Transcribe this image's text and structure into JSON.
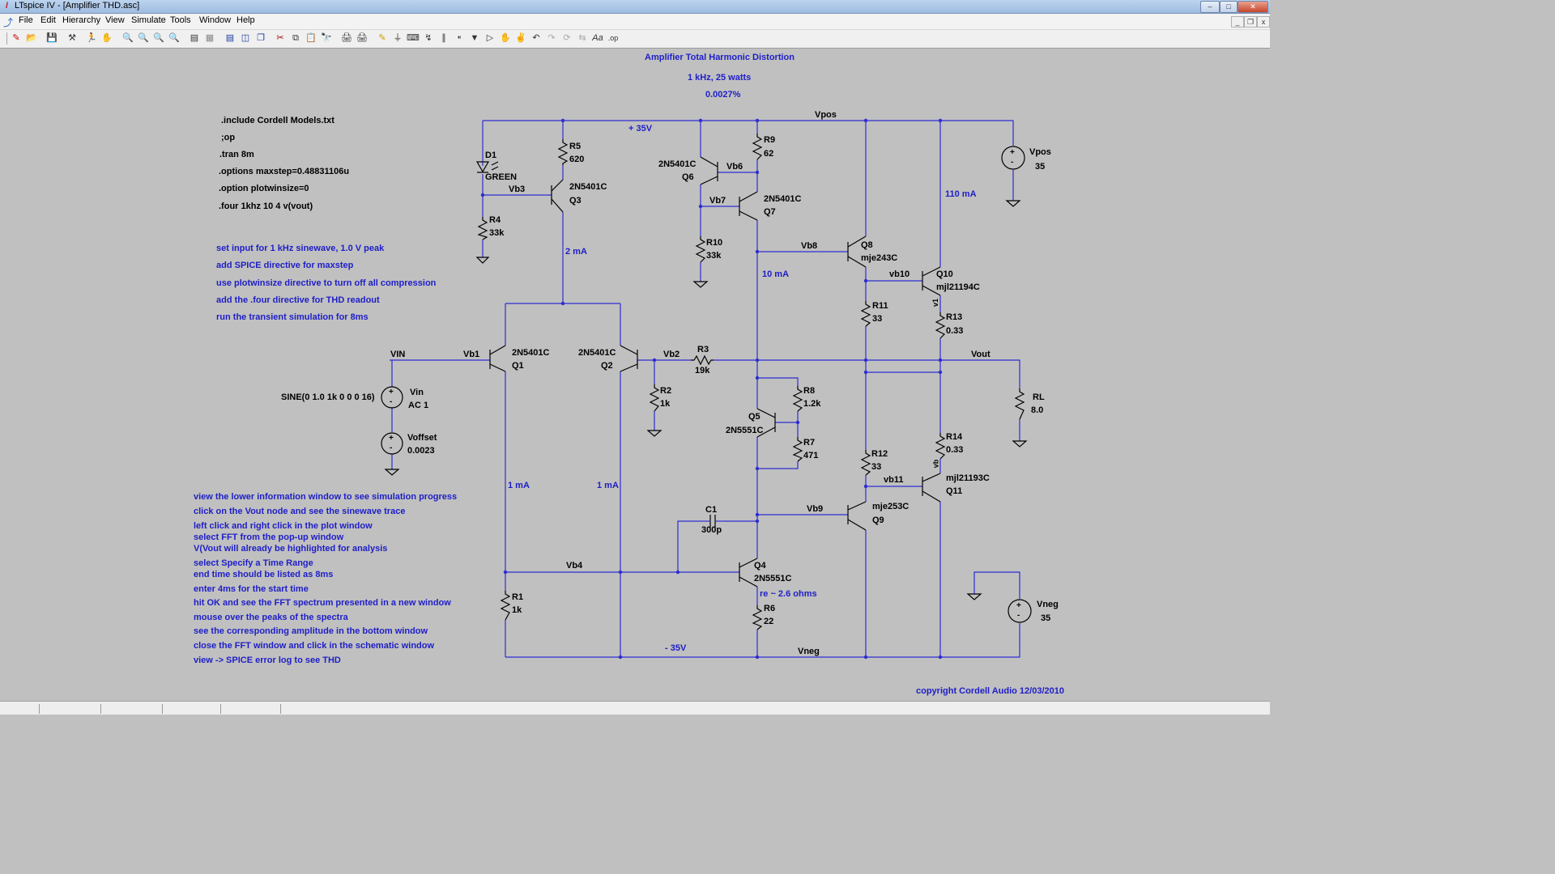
{
  "window": {
    "title": "LTspice IV - [Amplifier THD.asc]",
    "app_icon": "ltspice-icon",
    "controls": [
      "minimize-icon",
      "maximize-icon",
      "close-icon"
    ]
  },
  "menu": {
    "items": [
      "File",
      "Edit",
      "Hierarchy",
      "View",
      "Simulate",
      "Tools",
      "Window",
      "Help"
    ]
  },
  "schematic": {
    "title": "Amplifier Total Harmonic Distortion",
    "subtitle": "1 kHz, 25 watts",
    "thd": "0.0027%",
    "directives": [
      ".include Cordell Models.txt",
      ";op",
      ".tran 8m",
      ".options maxstep=0.48831106u",
      ".option plotwinsize=0",
      ".four 1khz 10 4 v(vout)"
    ],
    "instructions1": [
      "set input for 1 kHz sinewave, 1.0 V peak",
      "add SPICE directive for maxstep",
      "use plotwinsize directive to turn off all compression",
      "add the .four directive for THD readout",
      "run the transient simulation for 8ms"
    ],
    "instructions2": [
      "view the lower information window to see simulation progress",
      "click on the Vout node and see the sinewave trace",
      "left click and right click in the plot window",
      "select FFT from the pop-up window",
      "V(Vout will already be highlighted for analysis",
      "select Specify a Time Range",
      "end time should be listed as 8ms",
      "enter 4ms for the start time",
      "hit OK and see the FFT spectrum presented in a new window",
      "mouse over the peaks of the spectra",
      "see the corresponding amplitude in the bottom window",
      "close the FFT window and click in the schematic window",
      "view -> SPICE error log to see THD"
    ],
    "copyright": "copyright Cordell Audio 12/03/2010",
    "sine_spec": "SINE(0 1.0 1k 0 0 0 16)",
    "nets": {
      "vpos": "Vpos",
      "vneg": "Vneg",
      "vout": "Vout",
      "vin": "VIN",
      "vb1": "Vb1",
      "vb2": "Vb2",
      "vb3": "Vb3",
      "vb4": "Vb4",
      "vb6": "Vb6",
      "vb7": "Vb7",
      "vb8": "Vb8",
      "vb9": "Vb9",
      "vb10": "vb10",
      "vb11": "vb11",
      "plus35": "+ 35V",
      "minus35": "- 35V"
    },
    "currents": {
      "i_q3": "2 mA",
      "i_q7": "10 mA",
      "i_out": "110 mA",
      "i_q1": "1 mA",
      "i_q2": "1 mA",
      "re": "re ~ 2.6 ohms"
    },
    "components": {
      "D1": {
        "name": "D1",
        "value": "GREEN"
      },
      "R5": {
        "name": "R5",
        "value": "620"
      },
      "R4": {
        "name": "R4",
        "value": "33k"
      },
      "Q3": {
        "name": "Q3",
        "model": "2N5401C"
      },
      "Q6": {
        "name": "Q6",
        "model": "2N5401C"
      },
      "Q7": {
        "name": "Q7",
        "model": "2N5401C"
      },
      "R9": {
        "name": "R9",
        "value": "62"
      },
      "R10": {
        "name": "R10",
        "value": "33k"
      },
      "Q8": {
        "name": "Q8",
        "model": "mje243C"
      },
      "Q10": {
        "name": "Q10",
        "model": "mjl21194C"
      },
      "R11": {
        "name": "R11",
        "value": "33"
      },
      "R13": {
        "name": "R13",
        "value": "0.33"
      },
      "Q1": {
        "name": "Q1",
        "model": "2N5401C"
      },
      "Q2": {
        "name": "Q2",
        "model": "2N5401C"
      },
      "R3": {
        "name": "R3",
        "value": "19k"
      },
      "R2": {
        "name": "R2",
        "value": "1k"
      },
      "Vin": {
        "name": "Vin",
        "value": "AC 1"
      },
      "Voffset": {
        "name": "Voffset",
        "value": "0.0023"
      },
      "Q5": {
        "name": "Q5",
        "model": "2N5551C"
      },
      "R8": {
        "name": "R8",
        "value": "1.2k"
      },
      "R7": {
        "name": "R7",
        "value": "471"
      },
      "R12": {
        "name": "R12",
        "value": "33"
      },
      "R14": {
        "name": "R14",
        "value": "0.33"
      },
      "Q11": {
        "name": "Q11",
        "model": "mjl21193C"
      },
      "Q9": {
        "name": "Q9",
        "model": "mje253C"
      },
      "C1": {
        "name": "C1",
        "value": "300p"
      },
      "Q4": {
        "name": "Q4",
        "model": "2N5551C"
      },
      "R6": {
        "name": "R6",
        "value": "22"
      },
      "R1": {
        "name": "R1",
        "value": "1k"
      },
      "RL": {
        "name": "RL",
        "value": "8.0"
      },
      "VposSrc": {
        "name": "Vpos",
        "value": "35"
      },
      "VnegSrc": {
        "name": "Vneg",
        "value": "35"
      }
    },
    "probe_labels": {
      "v1": "v1",
      "vb": "vb"
    }
  }
}
